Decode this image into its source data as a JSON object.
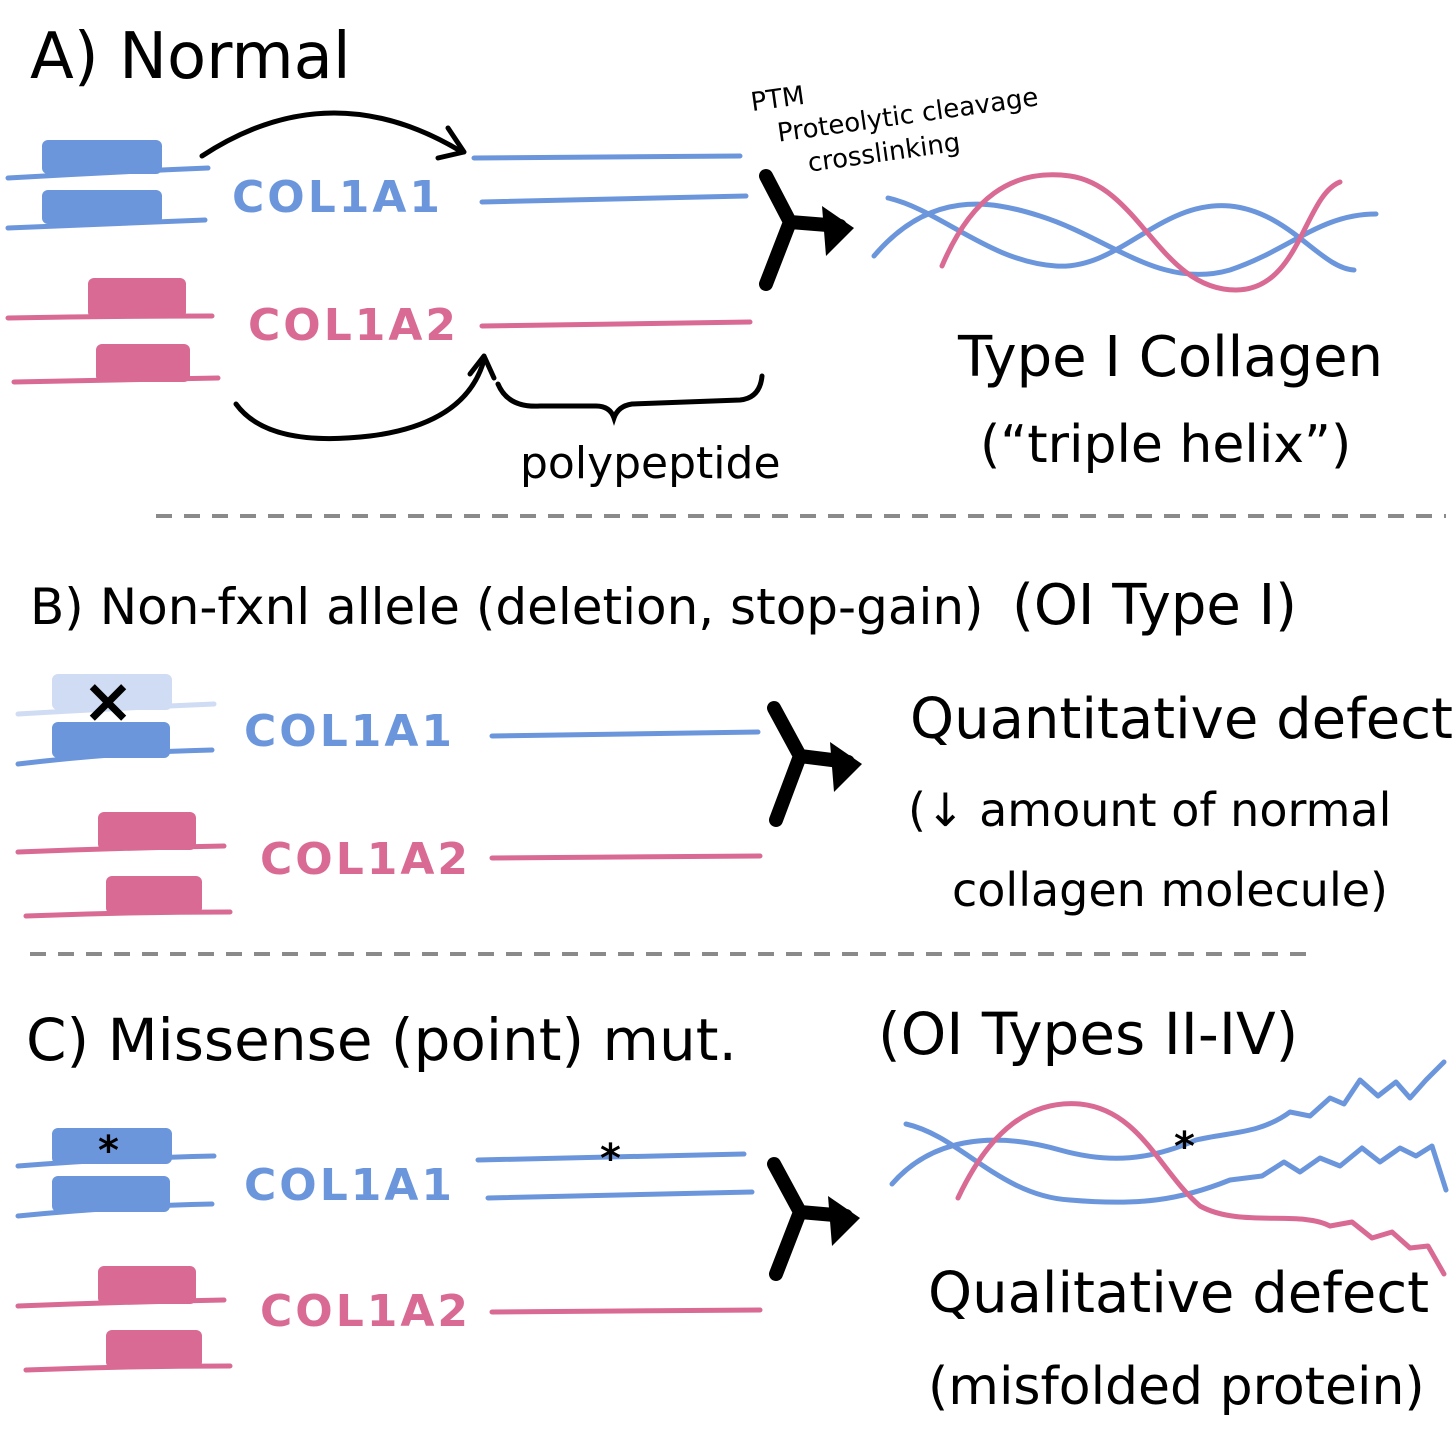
{
  "colors": {
    "blue": "#6b96dc",
    "pink": "#d96a93",
    "faded_blue": "#cfdcf3",
    "ink": "#000000",
    "divider": "#8a8a8a"
  },
  "panel_a": {
    "heading": "A) Normal",
    "gene1": "COL1A1",
    "gene2": "COL1A2",
    "ptm_lines": [
      "PTM",
      "Proteolytic cleavage",
      "crosslinking"
    ],
    "polypeptide_label": "polypeptide",
    "result_title": "Type I Collagen",
    "result_sub": "(“triple helix”)"
  },
  "panel_b": {
    "heading": "B) Non-fxnl allele (deletion, stop-gain)",
    "type_label": "(OI Type I)",
    "gene1": "COL1A1",
    "gene2": "COL1A2",
    "x_mark": "×",
    "result_title": "Quantitative defect",
    "result_lines": [
      "(↓ amount of normal",
      "collagen molecule)"
    ]
  },
  "panel_c": {
    "heading": "C) Missense (point) mut.",
    "type_label": "(OI Types II-IV)",
    "gene1": "COL1A1",
    "gene2": "COL1A2",
    "mutation_mark": "*",
    "result_title": "Qualitative defect",
    "result_sub": "(misfolded protein)"
  }
}
